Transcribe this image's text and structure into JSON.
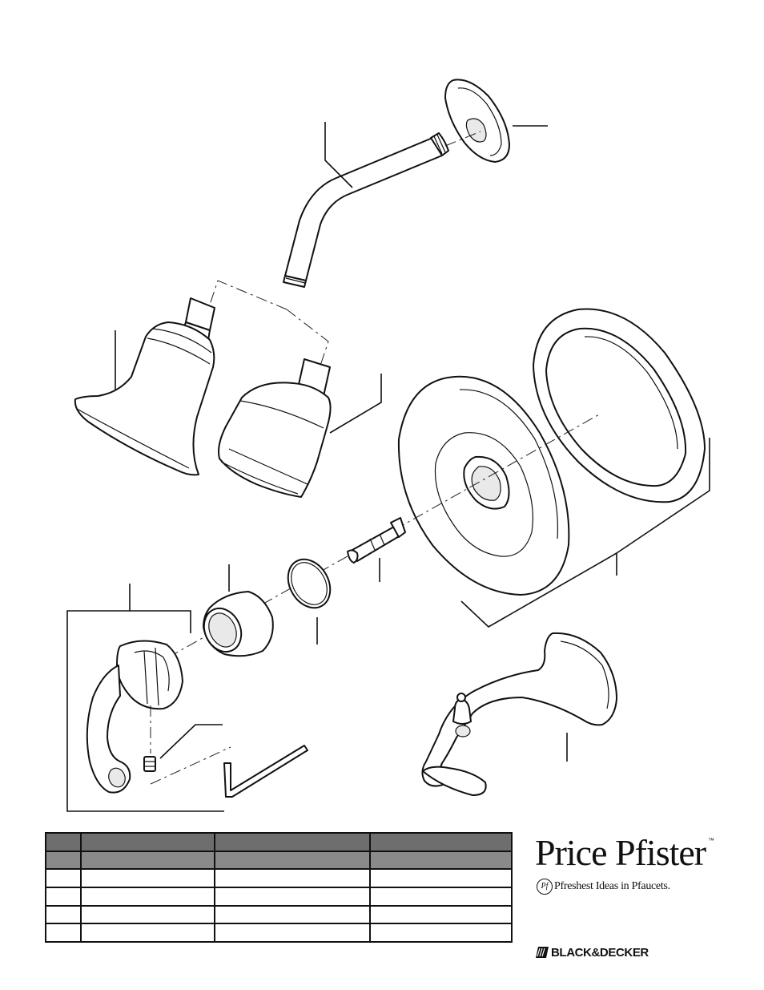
{
  "brand": {
    "name": "Price Pfister",
    "trademark": "™",
    "badge": "Pf",
    "tagline": "Pfreshest Ideas in Pfaucets."
  },
  "manufacturer": {
    "name": "BLACK&DECKER"
  },
  "parts_table": {
    "rows": [
      [
        "",
        "",
        "",
        ""
      ],
      [
        "",
        "",
        "",
        ""
      ],
      [
        "",
        "",
        "",
        ""
      ],
      [
        "",
        "",
        "",
        ""
      ],
      [
        "",
        "",
        "",
        ""
      ],
      [
        "",
        "",
        "",
        ""
      ]
    ]
  },
  "diagram": {
    "parts": [
      "shower-arm-flange",
      "shower-arm",
      "shower-head-bell",
      "shower-head-multi",
      "escutcheon-plate",
      "escutcheon-gasket",
      "stem-extension",
      "o-ring",
      "sleeve",
      "lever-handle",
      "set-screw",
      "hex-key",
      "tub-spout"
    ],
    "colors": {
      "line": "#111111",
      "table_header": "#8a8a8a",
      "background": "#ffffff"
    }
  }
}
